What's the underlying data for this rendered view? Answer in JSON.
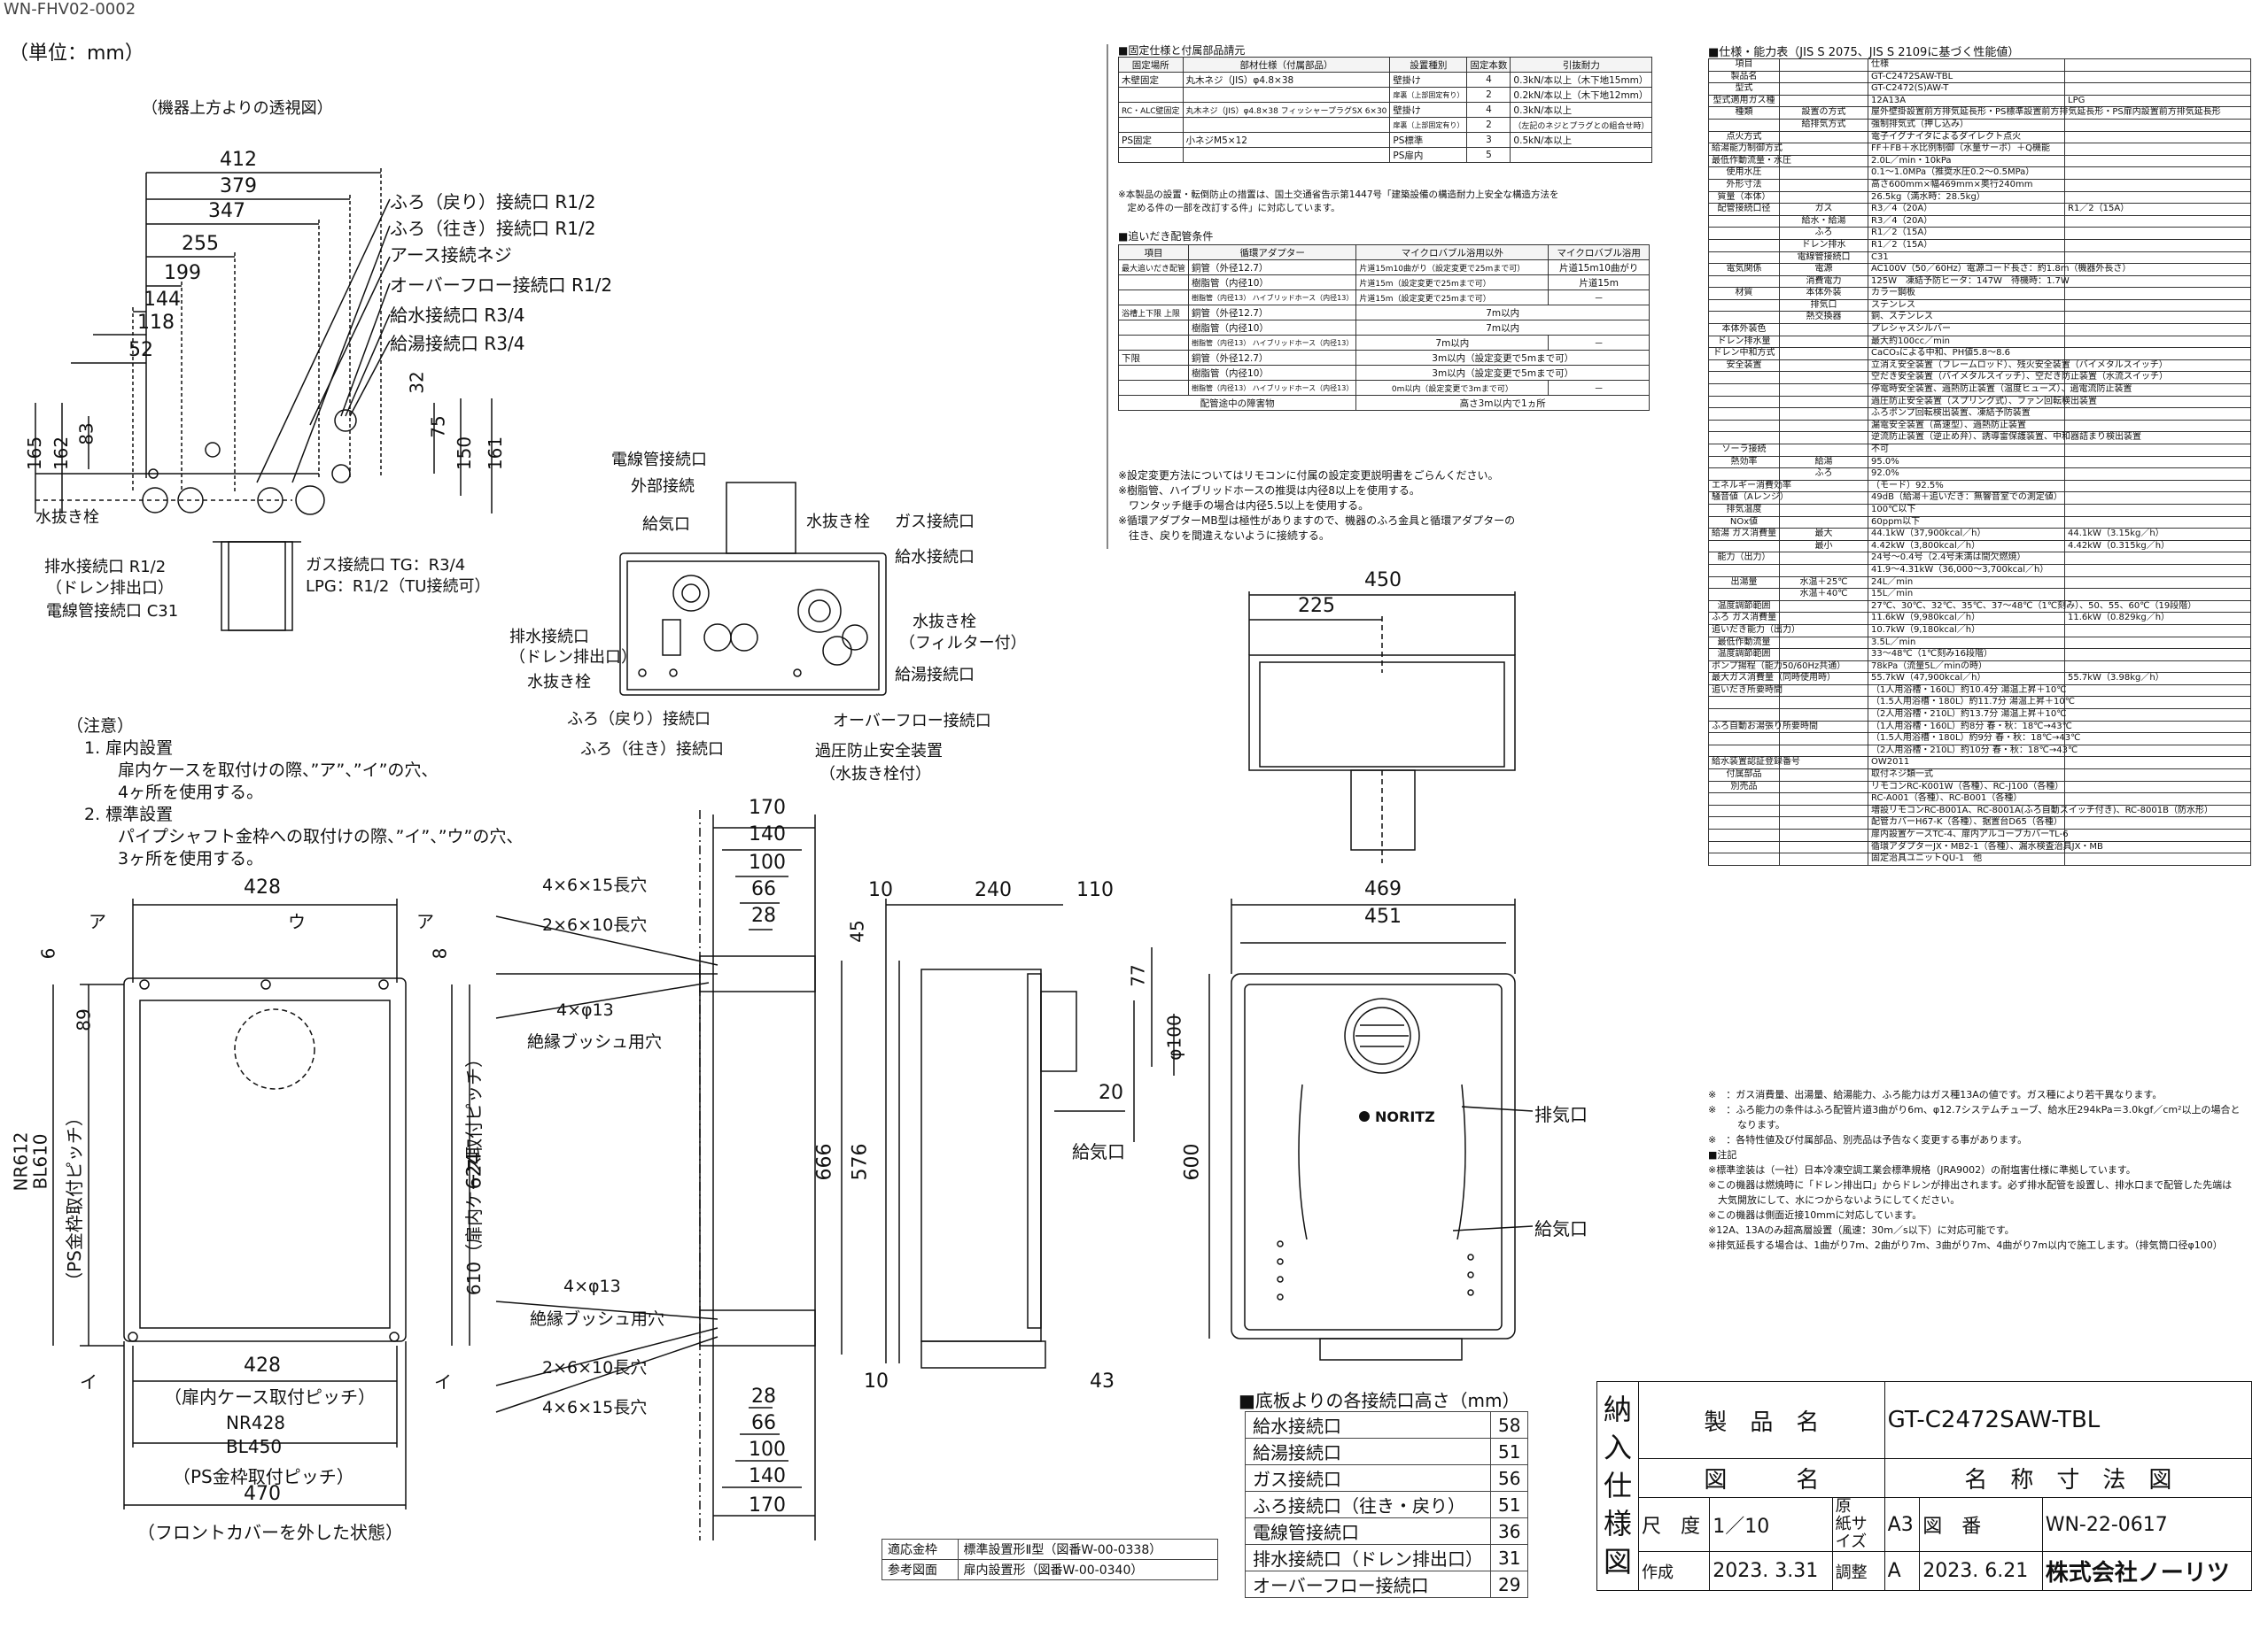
{
  "doc_code": "WN-FHV02-0002",
  "unit": "（単位：mm）",
  "top_view_caption": "（機器上方よりの透視図）",
  "top_view_dims": [
    "412",
    "379",
    "347",
    "255",
    "199",
    "144",
    "118",
    "52",
    "32",
    "75",
    "150",
    "161",
    "165",
    "162",
    "83"
  ],
  "top_view_labels": [
    "ふろ（戻り）接続口 R1/2",
    "ふろ（往き）接続口 R1/2",
    "アース接続ネジ",
    "オーバーフロー接続口 R1/2",
    "給水接続口 R3/4",
    "給湯接続口 R3/4",
    "水抜き栓",
    "排水接続口 R1/2",
    "（ドレン排出口）",
    "電線管接続口 C31",
    "ガス接続口 TG：R3/4",
    "LPG：R1/2（TU接続可）"
  ],
  "bottom_view_labels": [
    "電線管接続口",
    "外部接続",
    "給気口",
    "水抜き栓",
    "ガス接続口",
    "給水接続口",
    "水抜き栓",
    "（フィルター付）",
    "給湯接続口",
    "オーバーフロー接続口",
    "過圧防止安全装置",
    "（水抜き栓付）",
    "排水接続口",
    "（ドレン排出口）",
    "水抜き栓",
    "ふろ（戻り）接続口",
    "ふろ（往き）接続口"
  ],
  "notes": {
    "title": "（注意）",
    "items": [
      "1. 扉内設置",
      "　　扉内ケースを取付けの際、”ア”、”イ”の穴、",
      "　　4ヶ所を使用する。",
      "2. 標準設置",
      "　　パイプシャフト金枠への取付けの際、”イ”、”ウ”の穴、",
      "　　3ヶ所を使用する。"
    ]
  },
  "back_view": {
    "dims": [
      "428",
      "6",
      "89",
      "8",
      "624",
      "610（扉内ケース取付ピッチ）",
      "NR612",
      "BL610",
      "（PS金枠取付ピッチ）",
      "428",
      "（扉内ケース取付ピッチ）",
      "NR428",
      "BL450",
      "（PS金枠取付ピッチ）",
      "470",
      "（フロントカバーを外した状態）"
    ],
    "marks": [
      "ア",
      "ウ",
      "ア",
      "イ",
      "イ"
    ]
  },
  "bracket_view": {
    "dims_top": [
      "170",
      "140",
      "100",
      "66",
      "28"
    ],
    "dims_bottom": [
      "28",
      "66",
      "100",
      "140",
      "170"
    ],
    "labels": [
      "4×6×15長穴",
      "2×6×10長穴",
      "4×φ13",
      "絶縁ブッシュ用穴",
      "4×φ13",
      "絶縁ブッシュ用穴",
      "2×6×10長穴",
      "4×6×15長穴"
    ]
  },
  "side_view": {
    "dims": [
      "10",
      "240",
      "110",
      "45",
      "77",
      "φ100",
      "20",
      "666",
      "576",
      "10",
      "43"
    ],
    "labels": [
      "給気口"
    ]
  },
  "top_plan": {
    "dims": [
      "450",
      "225"
    ]
  },
  "front_view": {
    "dims": [
      "469",
      "451",
      "600"
    ],
    "labels": [
      "排気口",
      "給気口"
    ],
    "brand": "NORITZ"
  },
  "fixing": {
    "title": "■固定仕様と付属部品請元",
    "headers": [
      "固定場所",
      "部材仕様（付属部品）",
      "設置種別",
      "固定本数",
      "引抜耐力"
    ],
    "rows": [
      [
        "木壁固定",
        "丸木ネジ（JIS）φ4.8×38",
        "壁掛け",
        "4",
        "0.3kN/本以上（木下地15mm）"
      ],
      [
        "",
        "",
        "扉裏（上部固定有り）",
        "2",
        "0.2kN/本以上（木下地12mm）"
      ],
      [
        "RC・ALC壁固定",
        "丸木ネジ（JIS）φ4.8×38 フィッシャープラグSX 6×30",
        "壁掛け",
        "4",
        "0.3kN/本以上"
      ],
      [
        "",
        "",
        "扉裏（上部固定有り）",
        "2",
        "（左記のネジとプラグとの組合せ時）"
      ],
      [
        "PS固定",
        "小ネジM5×12",
        "PS標準",
        "3",
        "0.5kN/本以上"
      ],
      [
        "",
        "",
        "PS扉内",
        "5",
        ""
      ]
    ],
    "notes": [
      "※本製品の設置・転倒防止の措置は、国土交通省告示第1447号「建築設備の構造耐力上安全な構造方法を",
      "　定める件の一部を改訂する件」に対応しています。"
    ]
  },
  "piping": {
    "title": "■追いだき配管条件",
    "headers": [
      "項目",
      "循環アダプター",
      "マイクロバブル浴用以外",
      "マイクロバブル浴用"
    ],
    "rows": [
      [
        "最大追いだき配管",
        "銅管（外径12.7）",
        "片道15m10曲がり（設定変更で25mまで可）",
        "片道15m10曲がり"
      ],
      [
        "",
        "樹脂管（内径10）",
        "片道15m（設定変更で25mまで可）",
        "片道15m"
      ],
      [
        "",
        "樹脂管（内径13） ハイブリッドホース（内径13）",
        "片道15m（設定変更で25mまで可）",
        "－"
      ],
      [
        "浴槽上下限 上限",
        "銅管（外径12.7）",
        "7m以内",
        ""
      ],
      [
        "",
        "樹脂管（内径10）",
        "7m以内",
        ""
      ],
      [
        "",
        "樹脂管（内径13） ハイブリッドホース（内径13）",
        "7m以内",
        "－"
      ],
      [
        "下限",
        "銅管（外径12.7）",
        "3m以内（設定変更で5mまで可）",
        ""
      ],
      [
        "",
        "樹脂管（内径10）",
        "3m以内（設定変更で5mまで可）",
        ""
      ],
      [
        "",
        "樹脂管（内径13） ハイブリッドホース（内径13）",
        "0m以内（設定変更で3mまで可）",
        "－"
      ],
      [
        "配管途中の障害物",
        "",
        "高さ3m以内で1ヵ所",
        ""
      ]
    ],
    "notes": [
      "※設定変更方法についてはリモコンに付属の設定変更説明書をごらんください。",
      "※樹脂管、ハイブリッドホースの推奨は内径8以上を使用する。",
      "　ワンタッチ継手の場合は内径5.5以上を使用する。",
      "※循環アダプターMB型は極性がありますので、機器のふろ金具と循環アダプターの",
      "　往き、戻りを間違えないように接続する。"
    ]
  },
  "spec": {
    "title": "■仕様・能力表（JIS S 2075、JIS S 2109に基づく性能値）",
    "rows": [
      [
        "項目",
        "",
        "仕様",
        ""
      ],
      [
        "製品名",
        "",
        "GT-C2472SAW-TBL",
        ""
      ],
      [
        "型式",
        "",
        "GT-C2472(S)AW-T",
        ""
      ],
      [
        "型式適用ガス種",
        "",
        "12A13A",
        "LPG"
      ],
      [
        "種類",
        "設置の方式",
        "屋外壁掛設置前方排気延長形・PS標準設置前方排気延長形・PS扉内設置前方排気延長形",
        ""
      ],
      [
        "",
        "給排気方式",
        "強制排気式（押し込み）",
        ""
      ],
      [
        "点火方式",
        "",
        "電子イグナイタによるダイレクト点火",
        ""
      ],
      [
        "給湯能力制御方式",
        "",
        "FF＋FB＋水比例制御（水量サーボ）＋Q機能",
        ""
      ],
      [
        "最低作動流量・水圧",
        "",
        "2.0L／min・10kPa",
        ""
      ],
      [
        "使用水圧",
        "",
        "0.1～1.0MPa（推奨水圧0.2～0.5MPa）",
        ""
      ],
      [
        "外形寸法",
        "",
        "高さ600mm×幅469mm×奥行240mm",
        ""
      ],
      [
        "質量（本体）",
        "",
        "26.5kg（満水時：28.5kg）",
        ""
      ],
      [
        "配管接続口径",
        "ガス",
        "R3／4（20A）",
        "R1／2（15A）"
      ],
      [
        "",
        "給水・給湯",
        "R3／4（20A）",
        ""
      ],
      [
        "",
        "ふろ",
        "R1／2（15A）",
        ""
      ],
      [
        "",
        "ドレン排水",
        "R1／2（15A）",
        ""
      ],
      [
        "",
        "電線管接続口",
        "C31",
        ""
      ],
      [
        "電気関係",
        "電源",
        "AC100V（50／60Hz）電源コード長さ：約1.8m（機器外長さ）",
        ""
      ],
      [
        "",
        "消費電力",
        "125W　凍結予防ヒータ：147W　待機時：1.7W",
        ""
      ],
      [
        "材質",
        "本体外装",
        "カラー鋼板",
        ""
      ],
      [
        "",
        "排気口",
        "ステンレス",
        ""
      ],
      [
        "",
        "熱交換器",
        "銅、ステンレス",
        ""
      ],
      [
        "本体外装色",
        "",
        "プレシャスシルバー",
        ""
      ],
      [
        "ドレン排水量",
        "",
        "最大約100cc／min",
        ""
      ],
      [
        "ドレン中和方式",
        "",
        "CaCO₃による中和、PH値5.8～8.6",
        ""
      ],
      [
        "安全装置",
        "",
        "立消え安全装置（フレームロッド）、残火安全装置（バイメタルスイッチ）",
        ""
      ],
      [
        "",
        "",
        "空だき安全装置（バイメタルスイッチ）、空だき防止装置（水流スイッチ）",
        ""
      ],
      [
        "",
        "",
        "停電時安全装置、過熱防止装置（温度ヒューズ）、過電流防止装置",
        ""
      ],
      [
        "",
        "",
        "過圧防止安全装置（スプリング式）、ファン回転検出装置",
        ""
      ],
      [
        "",
        "",
        "ふろポンプ回転検出装置、凍結予防装置",
        ""
      ],
      [
        "",
        "",
        "漏電安全装置（高速型）、過熱防止装置",
        ""
      ],
      [
        "",
        "",
        "逆流防止装置（逆止め弁）、誘導雷保護装置、中和器詰まり検出装置",
        ""
      ],
      [
        "ソーラ接続",
        "",
        "不可",
        ""
      ],
      [
        "熱効率",
        "給湯",
        "95.0%",
        ""
      ],
      [
        "",
        "ふろ",
        "92.0%",
        ""
      ],
      [
        "エネルギー消費効率",
        "",
        "（モード）92.5%",
        ""
      ],
      [
        "騒音値（Aレンジ）",
        "",
        "49dB（給湯＋追いだき：無響音室での測定値）",
        ""
      ],
      [
        "排気温度",
        "",
        "100℃以下",
        ""
      ],
      [
        "NOx値",
        "",
        "60ppm以下",
        ""
      ],
      [
        "給湯 ガス消費量",
        "最大",
        "44.1kW（37,900kcal／h）",
        "44.1kW（3.15kg／h）"
      ],
      [
        "",
        "最小",
        "4.42kW（3,800kcal／h）",
        "4.42kW（0.315kg／h）"
      ],
      [
        "能力（出力）",
        "",
        "24号～0.4号（2.4号未満は間欠燃焼）",
        ""
      ],
      [
        "",
        "",
        "41.9～4.31kW（36,000～3,700kcal／h）",
        ""
      ],
      [
        "出湯量",
        "水温＋25℃",
        "24L／min",
        ""
      ],
      [
        "",
        "水温＋40℃",
        "15L／min",
        ""
      ],
      [
        "温度調節範囲",
        "",
        "27℃、30℃、32℃、35℃、37～48℃（1℃刻み）、50、55、60℃（19段階）",
        ""
      ],
      [
        "ふろ ガス消費量",
        "",
        "11.6kW（9,980kcal／h）",
        "11.6kW（0.829kg／h）"
      ],
      [
        "追いだき能力（出力）",
        "",
        "10.7kW（9,180kcal／h）",
        ""
      ],
      [
        "最低作動流量",
        "",
        "3.5L／min",
        ""
      ],
      [
        "温度調節範囲",
        "",
        "33～48℃（1℃刻み16段階）",
        ""
      ],
      [
        "ポンプ揚程（能力50/60Hz共通）",
        "",
        "78kPa（流量5L／minの時）",
        ""
      ],
      [
        "最大ガス消費量（同時使用時）",
        "",
        "55.7kW（47,900kcal／h）",
        "55.7kW（3.98kg／h）"
      ],
      [
        "追いだき所要時間",
        "",
        "（1人用浴槽・160L）約10.4分 湯温上昇＋10℃",
        ""
      ],
      [
        "",
        "",
        "（1.5人用浴槽・180L）約11.7分 湯温上昇＋10℃",
        ""
      ],
      [
        "",
        "",
        "（2人用浴槽・210L）約13.7分 湯温上昇＋10℃",
        ""
      ],
      [
        "ふろ自動お湯張り所要時間",
        "",
        "（1人用浴槽・160L）約8分 春・秋：18℃→43℃",
        ""
      ],
      [
        "",
        "",
        "（1.5人用浴槽・180L）約9分 春・秋：18℃→43℃",
        ""
      ],
      [
        "",
        "",
        "（2人用浴槽・210L）約10分 春・秋：18℃→43℃",
        ""
      ],
      [
        "給水装置認証登録番号",
        "",
        "OW2011",
        ""
      ],
      [
        "付属部品",
        "",
        "取付ネジ類一式",
        ""
      ],
      [
        "別売品",
        "",
        "リモコンRC-K001W（各種）、RC-J100（各種）",
        ""
      ],
      [
        "",
        "",
        "RC-A001（各種）、RC-B001（各種）",
        ""
      ],
      [
        "",
        "",
        "増設リモコンRC-B001A、RC-8001A(ふろ自動スイッチ付き)、RC-8001B（防水形）",
        ""
      ],
      [
        "",
        "",
        "配管カバーH67-K（各種）、据置台D65（各種）",
        ""
      ],
      [
        "",
        "",
        "扉内設置ケースTC-4、扉内アルコーブカバーTL-6",
        ""
      ],
      [
        "",
        "",
        "循環アダプターJX・MB2-1（各種）、漏水検査治具JX・MB",
        ""
      ],
      [
        "",
        "",
        "固定治具ユニットQU-1　他",
        ""
      ]
    ],
    "notes": [
      "※　：ガス消費量、出湯量、給湯能力、ふろ能力はガス種13Aの値です。ガス種により若干異なります。",
      "※　：ふろ能力の条件はふろ配管片道3曲がり6m、φ12.7システムチューブ、給水圧294kPa＝3.0kgf／cm²以上の場合と",
      "　　　なります。",
      "※　：各特性値及び付属部品、別売品は予告なく変更する事があります。",
      "■注記",
      "※標準塗装は（一社）日本冷凍空調工業会標準規格（JRA9002）の耐塩害仕様に準拠しています。",
      "※この機器は燃焼時に「ドレン排出口」からドレンが排出されます。必ず排水配管を設置し、排水口まで配管した先端は",
      "　大気開放にして、水につからないようにしてください。",
      "※この機器は側面近接10mmに対応しています。",
      "※12A、13Aのみ超高層設置（風速：30m／s以下）に対応可能です。",
      "※排気延長する場合は、1曲がり7m、2曲がり7m、3曲がり7m、4曲がり7m以内で施工します。（排気筒口径φ100）"
    ]
  },
  "heights": {
    "title": "■底板よりの各接続口高さ（mm）",
    "rows": [
      [
        "給水接続口",
        "58"
      ],
      [
        "給湯接続口",
        "51"
      ],
      [
        "ガス接続口",
        "56"
      ],
      [
        "ふろ接続口（往き・戻り）",
        "51"
      ],
      [
        "電線管接続口",
        "36"
      ],
      [
        "排水接続口（ドレン排出口）",
        "31"
      ],
      [
        "オーバーフロー接続口",
        "29"
      ]
    ]
  },
  "reference": {
    "rows": [
      [
        "適応金枠",
        "標準設置形Ⅱ型（図番W-00-0338）"
      ],
      [
        "参考図面",
        "扉内設置形（図番W-00-0340）"
      ]
    ]
  },
  "title_block": {
    "side": [
      "納",
      "入",
      "仕",
      "様",
      "図"
    ],
    "product_label": "製　品　名",
    "product": "GT-C2472SAW-TBL",
    "drawing_label": "図　　　名",
    "drawing_name": "名　称　寸　法　図",
    "scale_label": "尺　度",
    "scale": "1／10",
    "paper_label": "原　紙サイズ",
    "paper": "A3",
    "dwg_no_label": "図　番",
    "dwg_no": "WN-22-0617",
    "made_label": "作成",
    "made": "2023. 3.31",
    "adj_label": "調整",
    "rev": "A",
    "adj": "2023. 6.21",
    "company": "株式会社ノーリツ"
  }
}
